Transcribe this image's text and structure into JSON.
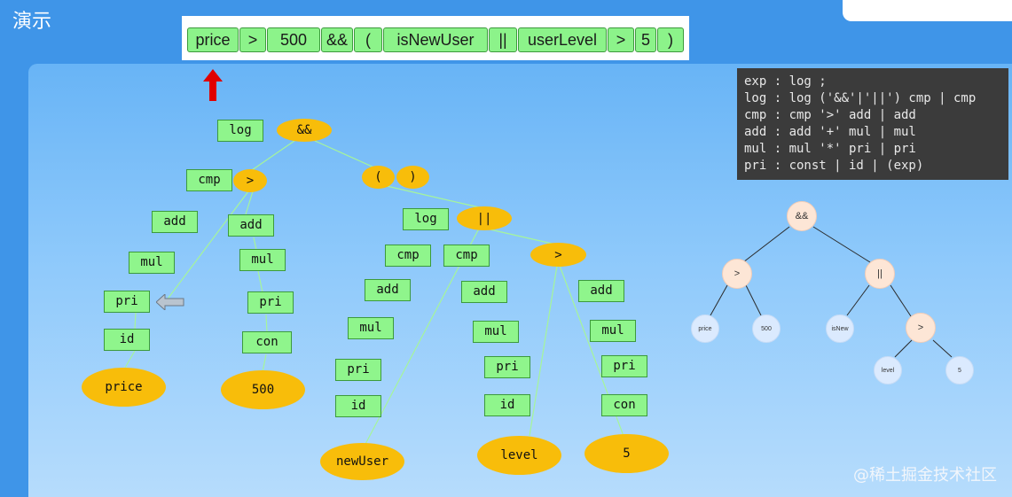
{
  "slide": {
    "title": "演示"
  },
  "tokens": [
    "price",
    ">",
    "500",
    "&&",
    "(",
    "isNewUser",
    "||",
    "userLevel",
    ">",
    "5",
    ")"
  ],
  "grammar": [
    "exp : log ;",
    "log : log ('&&'|'||') cmp | cmp",
    "cmp : cmp '>' add | add",
    "add : add '+' mul | mul",
    "mul : mul '*' pri | pri",
    "pri : const | id | (exp)"
  ],
  "parse_tree": {
    "boxes": [
      "log",
      "cmp",
      "add",
      "mul",
      "pri",
      "id",
      "add",
      "mul",
      "pri",
      "con",
      "log",
      "cmp",
      "cmp",
      "add",
      "mul",
      "pri",
      "id",
      "add",
      "mul",
      "pri",
      "id",
      "add",
      "mul",
      "pri",
      "con"
    ],
    "ops": [
      "&&",
      ">",
      "(",
      ")",
      "||",
      ">"
    ],
    "leaves": [
      "price",
      "500",
      "newUser",
      "level",
      "5"
    ]
  },
  "ast": {
    "ops": [
      "&&",
      ">",
      "||",
      ">"
    ],
    "leaves": [
      "price",
      "500",
      "isNew",
      "level",
      "5"
    ]
  },
  "watermark": "@稀土掘金技术社区",
  "colors": {
    "background": "#3f95e8",
    "node_box": "#8ff58c",
    "node_oval": "#f8bd0a",
    "edge": "#a6f59a",
    "grammar_bg": "#3b3b3b",
    "arrow_red": "#e00000"
  }
}
